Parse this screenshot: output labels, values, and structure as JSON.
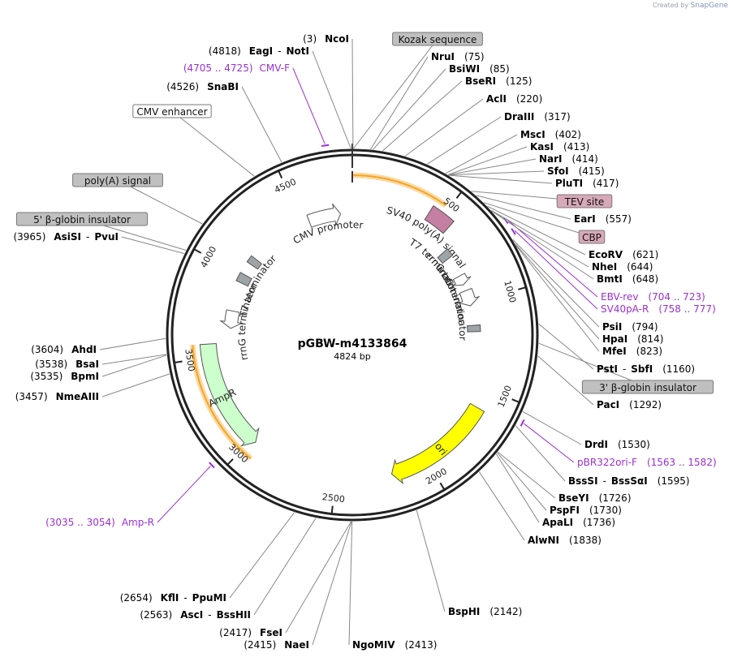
{
  "credit": {
    "prefix": "Created by",
    "brand": "SnapGene"
  },
  "plasmid": {
    "name": "pGBW-m4133864",
    "size_label": "4824 bp",
    "length": 4824
  },
  "ticks": [
    {
      "label": "500",
      "bp": 500
    },
    {
      "label": "1000",
      "bp": 1000
    },
    {
      "label": "1500",
      "bp": 1500
    },
    {
      "label": "2000",
      "bp": 2000
    },
    {
      "label": "2500",
      "bp": 2500
    },
    {
      "label": "3000",
      "bp": 3000
    },
    {
      "label": "3500",
      "bp": 3500
    },
    {
      "label": "4000",
      "bp": 4000
    },
    {
      "label": "4500",
      "bp": 4500
    }
  ],
  "features": [
    {
      "name": "CMV promoter",
      "start": 4546,
      "end": 4750,
      "dir": 1,
      "type": "arrow",
      "color": "#ffffff",
      "ring": "inner",
      "label_mode": "arc"
    },
    {
      "name": "SV40 poly(A) signal",
      "start": 430,
      "end": 560,
      "dir": 1,
      "type": "box",
      "color": "#c47fa2",
      "ring": "mid",
      "label_mode": "arc"
    },
    {
      "name": "T7 terminator",
      "start": 640,
      "end": 690,
      "dir": 0,
      "type": "box",
      "color": "#9ea3a8",
      "ring": "inner",
      "label_mode": "arc"
    },
    {
      "name": "rrnG terminator",
      "start": 820,
      "end": 880,
      "dir": 1,
      "type": "arrow",
      "color": "#ffffff",
      "ring": "inner",
      "label_mode": "arc"
    },
    {
      "name": "rrnG terminator",
      "start": 920,
      "end": 1020,
      "dir": 1,
      "type": "arrow",
      "color": "#ffffff",
      "ring": "inner",
      "label_mode": "arc"
    },
    {
      "name": "",
      "start": 1145,
      "end": 1185,
      "dir": 0,
      "type": "box",
      "color": "#9ea3a8",
      "ring": "inner",
      "label_mode": "none"
    },
    {
      "name": "ori",
      "start": 1610,
      "end": 2200,
      "dir": 1,
      "type": "arrow",
      "color": "#ffff00",
      "ring": "mid",
      "label_mode": "inside"
    },
    {
      "name": "AmpR",
      "start": 2975,
      "end": 3570,
      "dir": -1,
      "type": "arrow",
      "color": "#ccffcc",
      "ring": "mid",
      "label_mode": "inside"
    },
    {
      "name": "rrnG terminator",
      "start": 3660,
      "end": 3770,
      "dir": -1,
      "type": "arrow",
      "color": "#ffffff",
      "ring": "inner",
      "label_mode": "arc"
    },
    {
      "name": "T7 terminator",
      "start": 3955,
      "end": 4010,
      "dir": 0,
      "type": "box",
      "color": "#9ea3a8",
      "ring": "inner",
      "label_mode": "arc"
    },
    {
      "name": "",
      "start": 4085,
      "end": 4130,
      "dir": 0,
      "type": "box",
      "color": "#9ea3a8",
      "ring": "inner",
      "label_mode": "none"
    }
  ],
  "orange_arcs": [
    {
      "start": 5,
      "end": 480
    },
    {
      "start": 2940,
      "end": 3570
    }
  ],
  "primer_marks": [
    {
      "start": 4705,
      "end": 4725,
      "color": "#9b30d0"
    },
    {
      "start": 704,
      "end": 723,
      "color": "#9b30d0"
    },
    {
      "start": 758,
      "end": 777,
      "color": "#9b30d0"
    },
    {
      "start": 1563,
      "end": 1582,
      "color": "#9b30d0"
    },
    {
      "start": 3035,
      "end": 3054,
      "color": "#9b30d0"
    }
  ],
  "labels": [
    {
      "id": "ncoi",
      "kind": "enzyme",
      "name": "NcoI",
      "pos": "(3)",
      "bp": 3
    },
    {
      "id": "eagi",
      "kind": "enzyme",
      "name": "EagI",
      "name2": "NotI",
      "pos": "(4818)",
      "bp": 4818
    },
    {
      "id": "cmvf",
      "kind": "primer",
      "name": "CMV-F",
      "pos": "(4705 .. 4725)",
      "bp": 4715
    },
    {
      "id": "snabi",
      "kind": "enzyme",
      "name": "SnaBI",
      "pos": "(4526)",
      "bp": 4526
    },
    {
      "id": "cmvenh",
      "kind": "feature",
      "name": "CMV enhancer",
      "bp": 4400,
      "fill": "#ffffff"
    },
    {
      "id": "polya",
      "kind": "feature",
      "name": "poly(A) signal",
      "bp": 4108,
      "fill": "#c0c0c0"
    },
    {
      "id": "bglob5",
      "kind": "feature",
      "name": "5' β-globin insulator",
      "bp": 3980,
      "fill": "#c0c0c0"
    },
    {
      "id": "asisi",
      "kind": "enzyme",
      "name": "AsiSI",
      "name2": "PvuI",
      "pos": "(3965)",
      "bp": 3965
    },
    {
      "id": "ahdi",
      "kind": "enzyme",
      "name": "AhdI",
      "pos": "(3604)",
      "bp": 3604
    },
    {
      "id": "bsai",
      "kind": "enzyme",
      "name": "BsaI",
      "pos": "(3538)",
      "bp": 3538
    },
    {
      "id": "bpmi",
      "kind": "enzyme",
      "name": "BpmI",
      "pos": "(3535)",
      "bp": 3535
    },
    {
      "id": "nmeaiii",
      "kind": "enzyme",
      "name": "NmeAIII",
      "pos": "(3457)",
      "bp": 3457
    },
    {
      "id": "ampr",
      "kind": "primer",
      "name": "Amp-R",
      "pos": "(3035 .. 3054)",
      "bp": 3045
    },
    {
      "id": "kfli",
      "kind": "enzyme",
      "name": "KflI",
      "name2": "PpuMI",
      "pos": "(2654)",
      "bp": 2654
    },
    {
      "id": "asci",
      "kind": "enzyme",
      "name": "AscI",
      "name2": "BssHII",
      "pos": "(2563)",
      "bp": 2563
    },
    {
      "id": "fsei",
      "kind": "enzyme",
      "name": "FseI",
      "pos": "(2417)",
      "bp": 2417
    },
    {
      "id": "naei",
      "kind": "enzyme",
      "name": "NaeI",
      "pos": "(2415)",
      "bp": 2415
    },
    {
      "id": "ngomiv",
      "kind": "enzyme",
      "name": "NgoMIV",
      "pos": "(2413)",
      "bp": 2413
    },
    {
      "id": "bsphi",
      "kind": "enzyme",
      "name": "BspHI",
      "pos": "(2142)",
      "bp": 2142
    },
    {
      "id": "alwni",
      "kind": "enzyme",
      "name": "AlwNI",
      "pos": "(1838)",
      "bp": 1838
    },
    {
      "id": "apali",
      "kind": "enzyme",
      "name": "ApaLI",
      "pos": "(1736)",
      "bp": 1736
    },
    {
      "id": "pspfi",
      "kind": "enzyme",
      "name": "PspFI",
      "pos": "(1730)",
      "bp": 1730
    },
    {
      "id": "bseyi",
      "kind": "enzyme",
      "name": "BseYI",
      "pos": "(1726)",
      "bp": 1726
    },
    {
      "id": "bsssi",
      "kind": "enzyme",
      "name": "BssSI",
      "name2": "BssSαI",
      "pos": "(1595)",
      "bp": 1595
    },
    {
      "id": "pbr",
      "kind": "primer",
      "name": "pBR322ori-F",
      "pos": "(1563 .. 1582)",
      "bp": 1572
    },
    {
      "id": "drdi",
      "kind": "enzyme",
      "name": "DrdI",
      "pos": "(1530)",
      "bp": 1530
    },
    {
      "id": "paci",
      "kind": "enzyme",
      "name": "PacI",
      "pos": "(1292)",
      "bp": 1292
    },
    {
      "id": "bglob3",
      "kind": "feature",
      "name": "3' β-globin insulator",
      "bp": 1240,
      "fill": "#c0c0c0"
    },
    {
      "id": "psti",
      "kind": "enzyme",
      "name": "PstI",
      "name2": "SbfI",
      "pos": "(1160)",
      "bp": 1160
    },
    {
      "id": "mfei",
      "kind": "enzyme",
      "name": "MfeI",
      "pos": "(823)",
      "bp": 823
    },
    {
      "id": "hpai",
      "kind": "enzyme",
      "name": "HpaI",
      "pos": "(814)",
      "bp": 814
    },
    {
      "id": "psii",
      "kind": "enzyme",
      "name": "PsiI",
      "pos": "(794)",
      "bp": 794
    },
    {
      "id": "sv40pa",
      "kind": "primer",
      "name": "SV40pA-R",
      "pos": "(758 .. 777)",
      "bp": 767
    },
    {
      "id": "ebv",
      "kind": "primer",
      "name": "EBV-rev",
      "pos": "(704 .. 723)",
      "bp": 713
    },
    {
      "id": "bmti",
      "kind": "enzyme",
      "name": "BmtI",
      "pos": "(648)",
      "bp": 648
    },
    {
      "id": "nhei",
      "kind": "enzyme",
      "name": "NheI",
      "pos": "(644)",
      "bp": 644
    },
    {
      "id": "ecorv",
      "kind": "enzyme",
      "name": "EcoRV",
      "pos": "(621)",
      "bp": 621
    },
    {
      "id": "cbp",
      "kind": "feature",
      "name": "CBP",
      "bp": 600,
      "fill": "#d7a9b8"
    },
    {
      "id": "eari",
      "kind": "enzyme",
      "name": "EarI",
      "pos": "(557)",
      "bp": 557
    },
    {
      "id": "tev",
      "kind": "feature",
      "name": "TEV site",
      "bp": 530,
      "fill": "#d7a9b8"
    },
    {
      "id": "pluti",
      "kind": "enzyme",
      "name": "PluTI",
      "pos": "(417)",
      "bp": 417
    },
    {
      "id": "sfoi",
      "kind": "enzyme",
      "name": "SfoI",
      "pos": "(415)",
      "bp": 415
    },
    {
      "id": "nari",
      "kind": "enzyme",
      "name": "NarI",
      "pos": "(414)",
      "bp": 414
    },
    {
      "id": "kasi",
      "kind": "enzyme",
      "name": "KasI",
      "pos": "(413)",
      "bp": 413
    },
    {
      "id": "msci",
      "kind": "enzyme",
      "name": "MscI",
      "pos": "(402)",
      "bp": 402
    },
    {
      "id": "draiii",
      "kind": "enzyme",
      "name": "DraIII",
      "pos": "(317)",
      "bp": 317
    },
    {
      "id": "acli",
      "kind": "enzyme",
      "name": "AclI",
      "pos": "(220)",
      "bp": 220
    },
    {
      "id": "bseri",
      "kind": "enzyme",
      "name": "BseRI",
      "pos": "(125)",
      "bp": 125
    },
    {
      "id": "bsiwi",
      "kind": "enzyme",
      "name": "BsiWI",
      "pos": "(85)",
      "bp": 85
    },
    {
      "id": "nrui",
      "kind": "enzyme",
      "name": "NruI",
      "pos": "(75)",
      "bp": 75
    },
    {
      "id": "kozak",
      "kind": "feature",
      "name": "Kozak sequence",
      "bp": 5,
      "fill": "#c0c0c0"
    }
  ],
  "colors": {
    "primer": "#9b30d0",
    "backbone": "#222222",
    "leader": "#888888",
    "orange": "#f5a623"
  }
}
